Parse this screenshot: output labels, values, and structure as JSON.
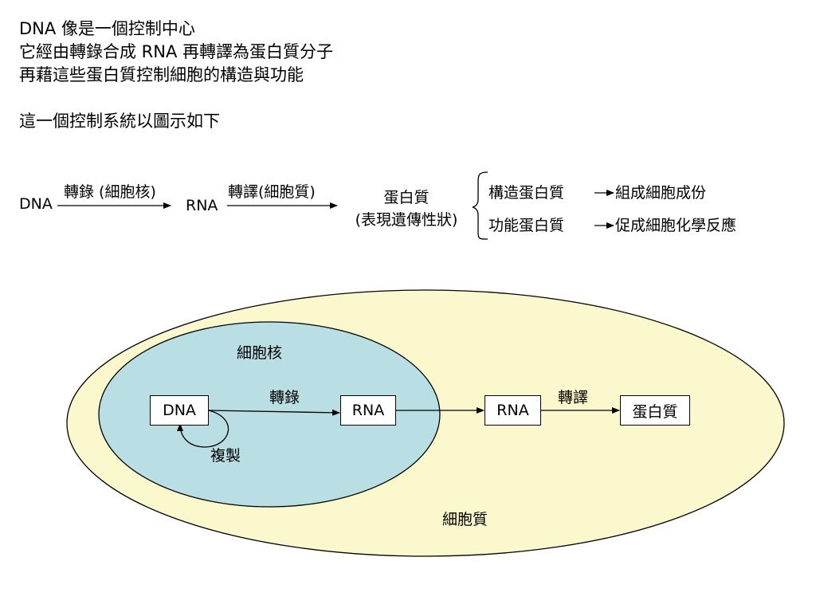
{
  "intro": {
    "line1": "DNA 像是一個控制中心",
    "line2": "它經由轉錄合成 RNA 再轉譯為蛋白質分子",
    "line3": "再藉這些蛋白質控制細胞的構造與功能",
    "line4": "這一個控制系統以圖示如下"
  },
  "flow": {
    "dna": "DNA",
    "transcription_label": "轉錄 (細胞核)",
    "rna": "RNA",
    "translation_label": "轉譯(細胞質)",
    "protein": "蛋白質",
    "protein_note": "(表現遺傳性狀)",
    "branches": [
      {
        "type": "構造蛋白質",
        "result": "組成細胞成份"
      },
      {
        "type": "功能蛋白質",
        "result": "促成細胞化學反應"
      }
    ]
  },
  "cell": {
    "nucleus_label": "細胞核",
    "cytoplasm_label": "細胞質",
    "dna_box": "DNA",
    "transcription": "轉錄",
    "rna_nucleus_box": "RNA",
    "replication": "複製",
    "rna_cytoplasm_box": "RNA",
    "translation": "轉譯",
    "protein_box": "蛋白質"
  },
  "colors": {
    "cytoplasm_fill": "#FBF8CD",
    "nucleus_fill": "#B9DFE4",
    "stroke": "#000000"
  }
}
